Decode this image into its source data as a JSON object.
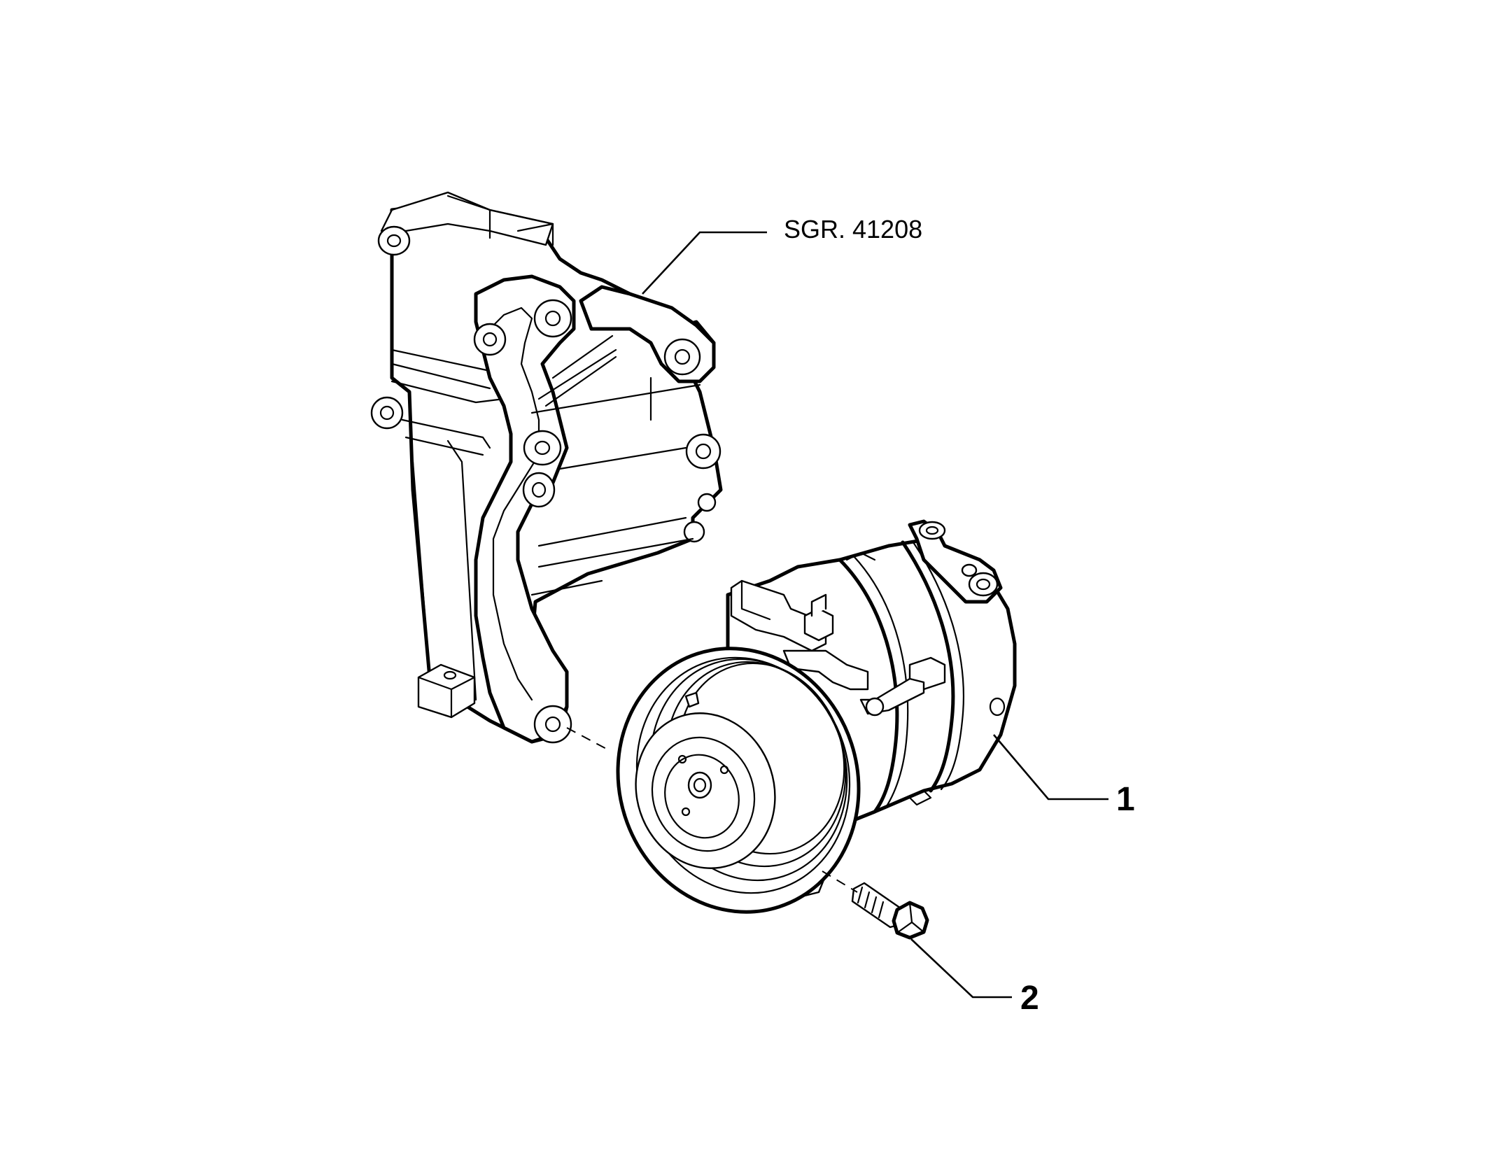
{
  "callouts": {
    "bracket_ref": "SGR. 41208",
    "compressor_number": "1",
    "bolt_number": "2"
  },
  "colors": {
    "line": "#000000",
    "background": "#ffffff"
  }
}
